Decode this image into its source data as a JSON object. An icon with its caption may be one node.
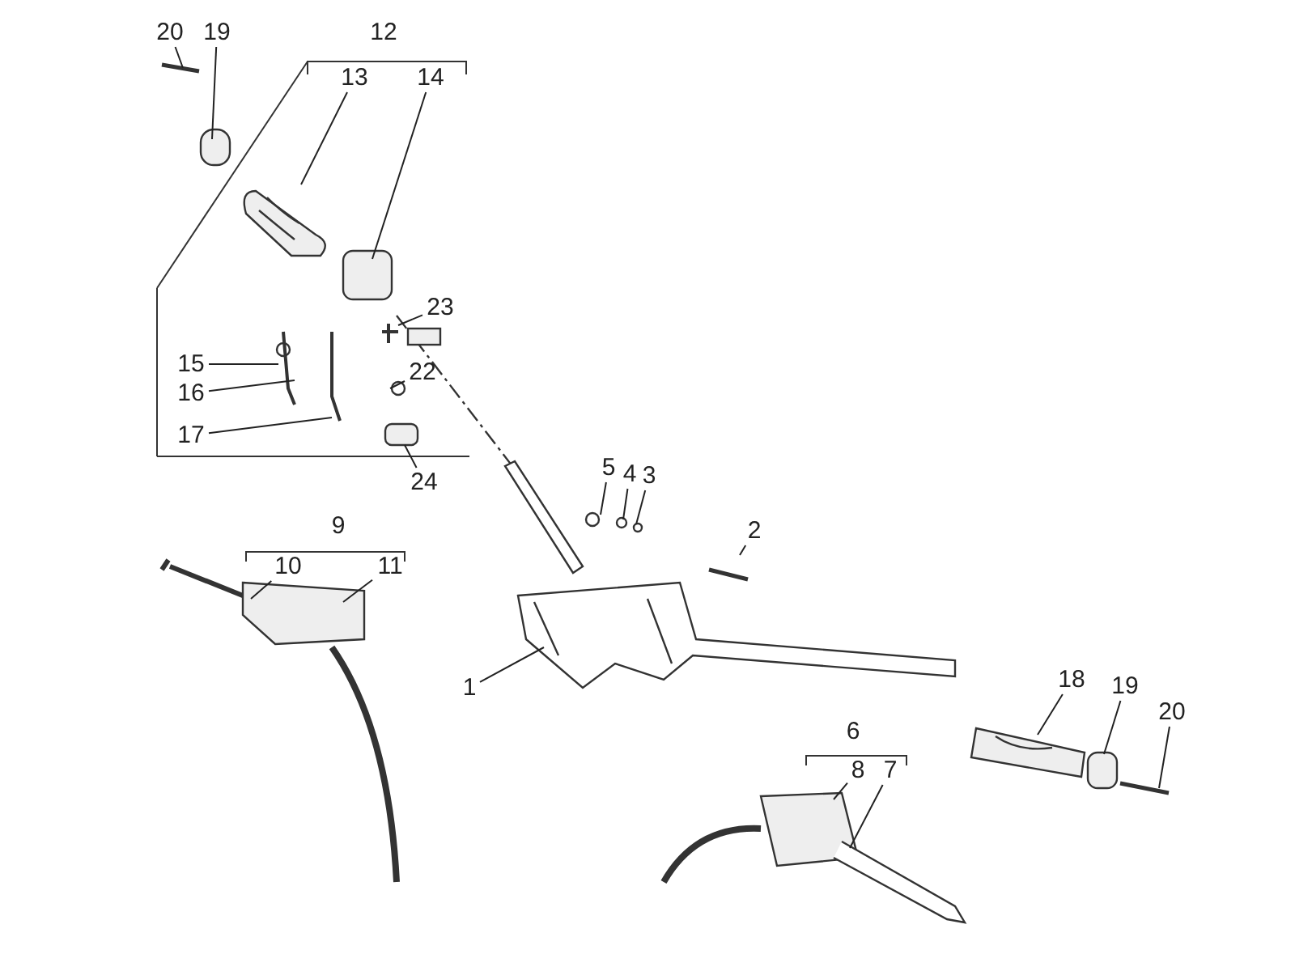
{
  "diagram": {
    "nodes": [
      {
        "text": [
          "20"
        ]
      },
      {
        "text": [
          "19"
        ]
      },
      {
        "text": [
          "12"
        ]
      },
      {
        "text": [
          "13"
        ]
      },
      {
        "text": [
          "14"
        ]
      },
      {
        "text": [
          "15"
        ]
      },
      {
        "text": [
          "16"
        ]
      },
      {
        "text": [
          "17"
        ]
      },
      {
        "text": [
          "23"
        ]
      },
      {
        "text": [
          "22"
        ]
      },
      {
        "text": [
          "24"
        ]
      },
      {
        "text": [
          "5"
        ]
      },
      {
        "text": [
          "4"
        ]
      },
      {
        "text": [
          "3"
        ]
      },
      {
        "text": [
          "2"
        ]
      },
      {
        "text": [
          "9"
        ]
      },
      {
        "text": [
          "10"
        ]
      },
      {
        "text": [
          "11"
        ]
      },
      {
        "text": [
          "1"
        ]
      },
      {
        "text": [
          "18"
        ]
      },
      {
        "text": [
          "19"
        ]
      },
      {
        "text": [
          "20"
        ]
      },
      {
        "text": [
          "6"
        ]
      },
      {
        "text": [
          "8"
        ]
      },
      {
        "text": [
          "7"
        ]
      }
    ],
    "edges": [
      {
        "from": 0,
        "to": null,
        "arrow": "none"
      },
      {
        "from": 1,
        "to": null,
        "arrow": "none"
      },
      {
        "from": 3,
        "to": null,
        "arrow": "none"
      },
      {
        "from": 4,
        "to": null,
        "arrow": "none"
      },
      {
        "from": 5,
        "to": null,
        "arrow": "none"
      },
      {
        "from": 6,
        "to": null,
        "arrow": "none"
      },
      {
        "from": 7,
        "to": null,
        "arrow": "none"
      },
      {
        "from": 8,
        "to": null,
        "arrow": "none"
      },
      {
        "from": 9,
        "to": null,
        "arrow": "none"
      },
      {
        "from": 10,
        "to": null,
        "arrow": "none"
      },
      {
        "from": 11,
        "to": null,
        "arrow": "none"
      },
      {
        "from": 12,
        "to": null,
        "arrow": "none"
      },
      {
        "from": 13,
        "to": null,
        "arrow": "none"
      },
      {
        "from": 14,
        "to": null,
        "arrow": "none"
      },
      {
        "from": 16,
        "to": null,
        "arrow": "none"
      },
      {
        "from": 17,
        "to": null,
        "arrow": "none"
      },
      {
        "from": 18,
        "to": null,
        "arrow": "none"
      },
      {
        "from": 19,
        "to": null,
        "arrow": "none"
      },
      {
        "from": 20,
        "to": null,
        "arrow": "none"
      },
      {
        "from": 21,
        "to": null,
        "arrow": "none"
      },
      {
        "from": 23,
        "to": null,
        "arrow": "none"
      },
      {
        "from": 24,
        "to": null,
        "arrow": "none"
      }
    ]
  }
}
